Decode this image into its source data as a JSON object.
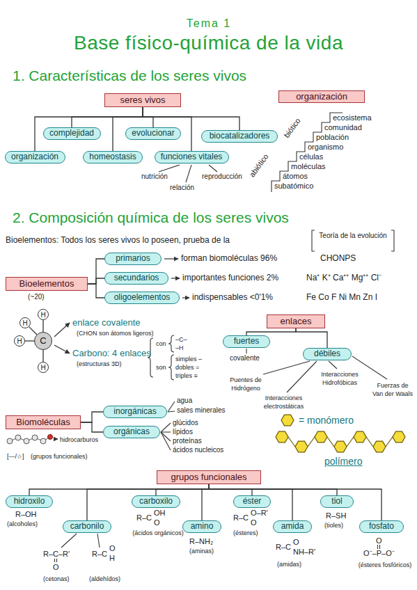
{
  "diagram": {
    "title": "Base físico-química de la vida",
    "nodes": [
      {
        "text": [
          "seres vivos"
        ]
      },
      {
        "text": [
          "complejidad"
        ]
      },
      {
        "text": [
          "evolucionar"
        ]
      },
      {
        "text": [
          "biocatalizadores"
        ]
      },
      {
        "text": [
          "organización"
        ]
      },
      {
        "text": [
          "homeostasis"
        ]
      },
      {
        "text": [
          "funciones vitales"
        ]
      },
      {
        "text": [
          "organización"
        ]
      },
      {
        "text": [
          "Bioelementos"
        ]
      },
      {
        "text": [
          "primarios"
        ]
      },
      {
        "text": [
          "secundarios"
        ]
      },
      {
        "text": [
          "oligoelementos"
        ]
      },
      {
        "text": [
          "C"
        ]
      },
      {
        "text": [
          "H"
        ]
      },
      {
        "text": [
          "H"
        ]
      },
      {
        "text": [
          "H"
        ]
      },
      {
        "text": [
          "H"
        ]
      },
      {
        "text": [
          "enlaces"
        ]
      },
      {
        "text": [
          "fuertes"
        ]
      },
      {
        "text": [
          "débiles"
        ]
      },
      {
        "text": [
          "Biomoléculas"
        ]
      },
      {
        "text": [
          "inorgánicas"
        ]
      },
      {
        "text": [
          "orgánicas"
        ]
      },
      {
        "text": [
          "grupos funcionales"
        ]
      },
      {
        "text": [
          "hidroxilo"
        ]
      },
      {
        "text": [
          "carbonilo"
        ]
      },
      {
        "text": [
          "carboxilo"
        ]
      },
      {
        "text": [
          "amino"
        ]
      },
      {
        "text": [
          "éster"
        ]
      },
      {
        "text": [
          "amida"
        ]
      },
      {
        "text": [
          "tiol"
        ]
      },
      {
        "text": [
          "fosfato"
        ]
      }
    ],
    "edges": [
      {
        "from": 0,
        "to": 1,
        "arrow": "none"
      },
      {
        "from": 0,
        "to": 2,
        "arrow": "none"
      },
      {
        "from": 0,
        "to": 3,
        "arrow": "none"
      },
      {
        "from": 0,
        "to": 4,
        "arrow": "none"
      },
      {
        "from": 0,
        "to": 5,
        "arrow": "none"
      },
      {
        "from": 0,
        "to": 6,
        "arrow": "none"
      },
      {
        "from": 8,
        "to": 9,
        "arrow": "none"
      },
      {
        "from": 8,
        "to": 10,
        "arrow": "none"
      },
      {
        "from": 8,
        "to": 11,
        "arrow": "none"
      },
      {
        "from": 12,
        "to": 13,
        "arrow": "none"
      },
      {
        "from": 12,
        "to": 14,
        "arrow": "none"
      },
      {
        "from": 12,
        "to": 15,
        "arrow": "none"
      },
      {
        "from": 12,
        "to": 16,
        "arrow": "none"
      },
      {
        "from": 17,
        "to": 18,
        "arrow": "none"
      },
      {
        "from": 17,
        "to": 19,
        "arrow": "none"
      },
      {
        "from": 20,
        "to": 21,
        "arrow": "none"
      },
      {
        "from": 20,
        "to": 22,
        "arrow": "none"
      },
      {
        "from": 23,
        "to": 24,
        "arrow": "none"
      },
      {
        "from": 23,
        "to": 25,
        "arrow": "none"
      },
      {
        "from": 23,
        "to": 26,
        "arrow": "none"
      },
      {
        "from": 23,
        "to": 27,
        "arrow": "none"
      },
      {
        "from": 23,
        "to": 28,
        "arrow": "none"
      },
      {
        "from": 23,
        "to": 29,
        "arrow": "none"
      },
      {
        "from": 23,
        "to": 30,
        "arrow": "none"
      },
      {
        "from": 23,
        "to": 31,
        "arrow": "none"
      }
    ],
    "labels": [
      "Tema 1",
      "1. Características de los seres vivos",
      "nutrición",
      "relación",
      "reproducción",
      "ecosistema",
      "comunidad",
      "población",
      "organismo",
      "células",
      "moléculas",
      "átomos",
      "subatómico",
      "abiótico",
      "biótico",
      "2. Composición química de los seres vivos",
      "Bioelementos: Todos los seres vivos lo poseen, prueba de la",
      "Teoría de la evolución",
      "(~20)",
      "forman biomoléculas 96%",
      "CHONPS",
      "importantes funciones 2%",
      "Na⁺ K⁺ Ca⁺⁺ Mg⁺⁺ Cl⁻",
      "indispensables <0'1%",
      "Fe Co F Ni Mn Zn I",
      "enlace covalente",
      "(CHON son átomos ligeros)",
      "Carbono: 4 enlaces",
      "(estructuras 3D)",
      "con",
      "–C–",
      "–H",
      "son",
      "simples –",
      "dobles =",
      "triples ≡",
      "covalente",
      "Puentes de Hidrógeno",
      "Interacciones Hidrofóbicas",
      "Interacciones electrostáticas",
      "Fuerzas de Van der Waals",
      "agua",
      "sales minerales",
      "glúcidos",
      "lípidos",
      "proteínas",
      "ácidos nucleicos",
      "hidrocarburos",
      "[—/☆]",
      "(grupos funcionales)",
      "polímero",
      "R–OH",
      "(alcoholes)",
      "R–C–R'",
      "O",
      "(cetonas)",
      "R–C",
      "O",
      "H",
      "(aldehídos)",
      "R–C",
      "OH",
      "O",
      "(ácidos orgánicos)",
      "R–NH₂",
      "(aminas)",
      "R–C",
      "O–R'",
      "O",
      "(ésteres)",
      "R–C",
      "O",
      "NH–R'",
      "(amidas)",
      "R–SH",
      "(tioles)",
      "O",
      "O⁻–P–O⁻",
      "(ésteres fosfóricos)"
    ],
    "legend": [
      {
        "text": "= monómero"
      }
    ]
  }
}
